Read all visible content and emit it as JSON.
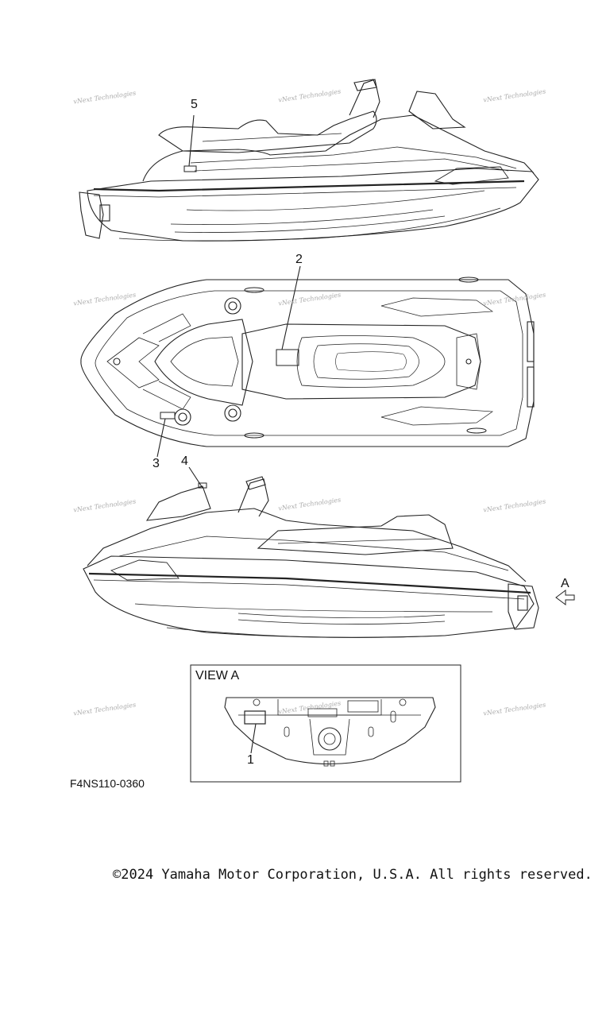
{
  "callouts": [
    "1",
    "2",
    "3",
    "4",
    "5"
  ],
  "direction_label": "A",
  "view_label": "VIEW A",
  "watermark_text": "vNext Technologies",
  "part_code": "F4NS110-0360",
  "copyright": "©2024 Yamaha Motor Corporation, U.S.A. All rights reserved."
}
